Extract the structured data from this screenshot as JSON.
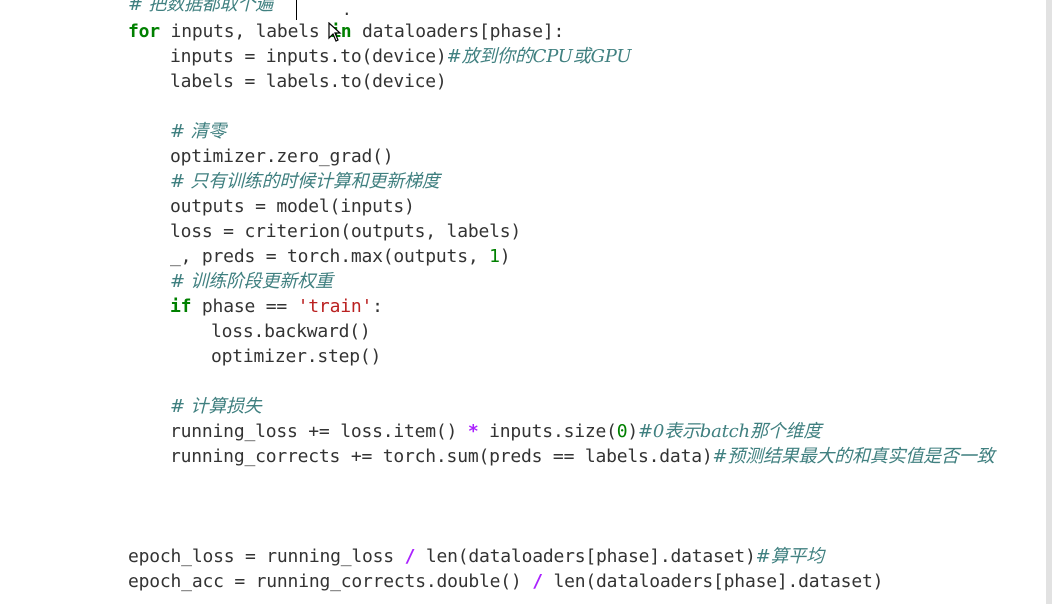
{
  "editor": {
    "lines": {
      "l0": {
        "comment": "# 把数据都取个遍",
        "tail": "."
      },
      "l1": {
        "kw_for": "for",
        "a": " inputs, labels ",
        "kw_in": "in",
        "b": " dataloaders[phase]:"
      },
      "l2": {
        "code": "inputs = inputs.to(device)",
        "comment": "#放到你的CPU或GPU"
      },
      "l3": {
        "code": "labels = labels.to(device)"
      },
      "l5": {
        "comment": "# 清零"
      },
      "l6": {
        "code": "optimizer.zero_grad()"
      },
      "l7": {
        "comment": "# 只有训练的时候计算和更新梯度"
      },
      "l8": {
        "code": "outputs = model(inputs)"
      },
      "l9": {
        "code": "loss = criterion(outputs, labels)"
      },
      "l10": {
        "a": "_, preds = torch.max(outputs, ",
        "num": "1",
        "b": ")"
      },
      "l11": {
        "comment": "# 训练阶段更新权重"
      },
      "l12": {
        "kw_if": "if",
        "a": " phase == ",
        "str": "'train'",
        "b": ":"
      },
      "l13": {
        "code": "loss.backward()"
      },
      "l14": {
        "code": "optimizer.step()"
      },
      "l16": {
        "comment": "# 计算损失"
      },
      "l17": {
        "a": "running_loss += loss.item() ",
        "op": "*",
        "b": " inputs.size(",
        "num": "0",
        "c": ")",
        "comment": "#0表示batch那个维度"
      },
      "l18": {
        "code": "running_corrects += torch.sum(preds == labels.data)",
        "comment": "#预测结果最大的和真实值是否一致"
      },
      "l22": {
        "a": "epoch_loss = running_loss ",
        "op": "/",
        "b": " len(dataloaders[phase].dataset)",
        "comment": "#算平均"
      },
      "l23": {
        "a": "epoch_acc = running_corrects.double() ",
        "op": "/",
        "b": " len(dataloaders[phase].dataset)"
      }
    }
  }
}
